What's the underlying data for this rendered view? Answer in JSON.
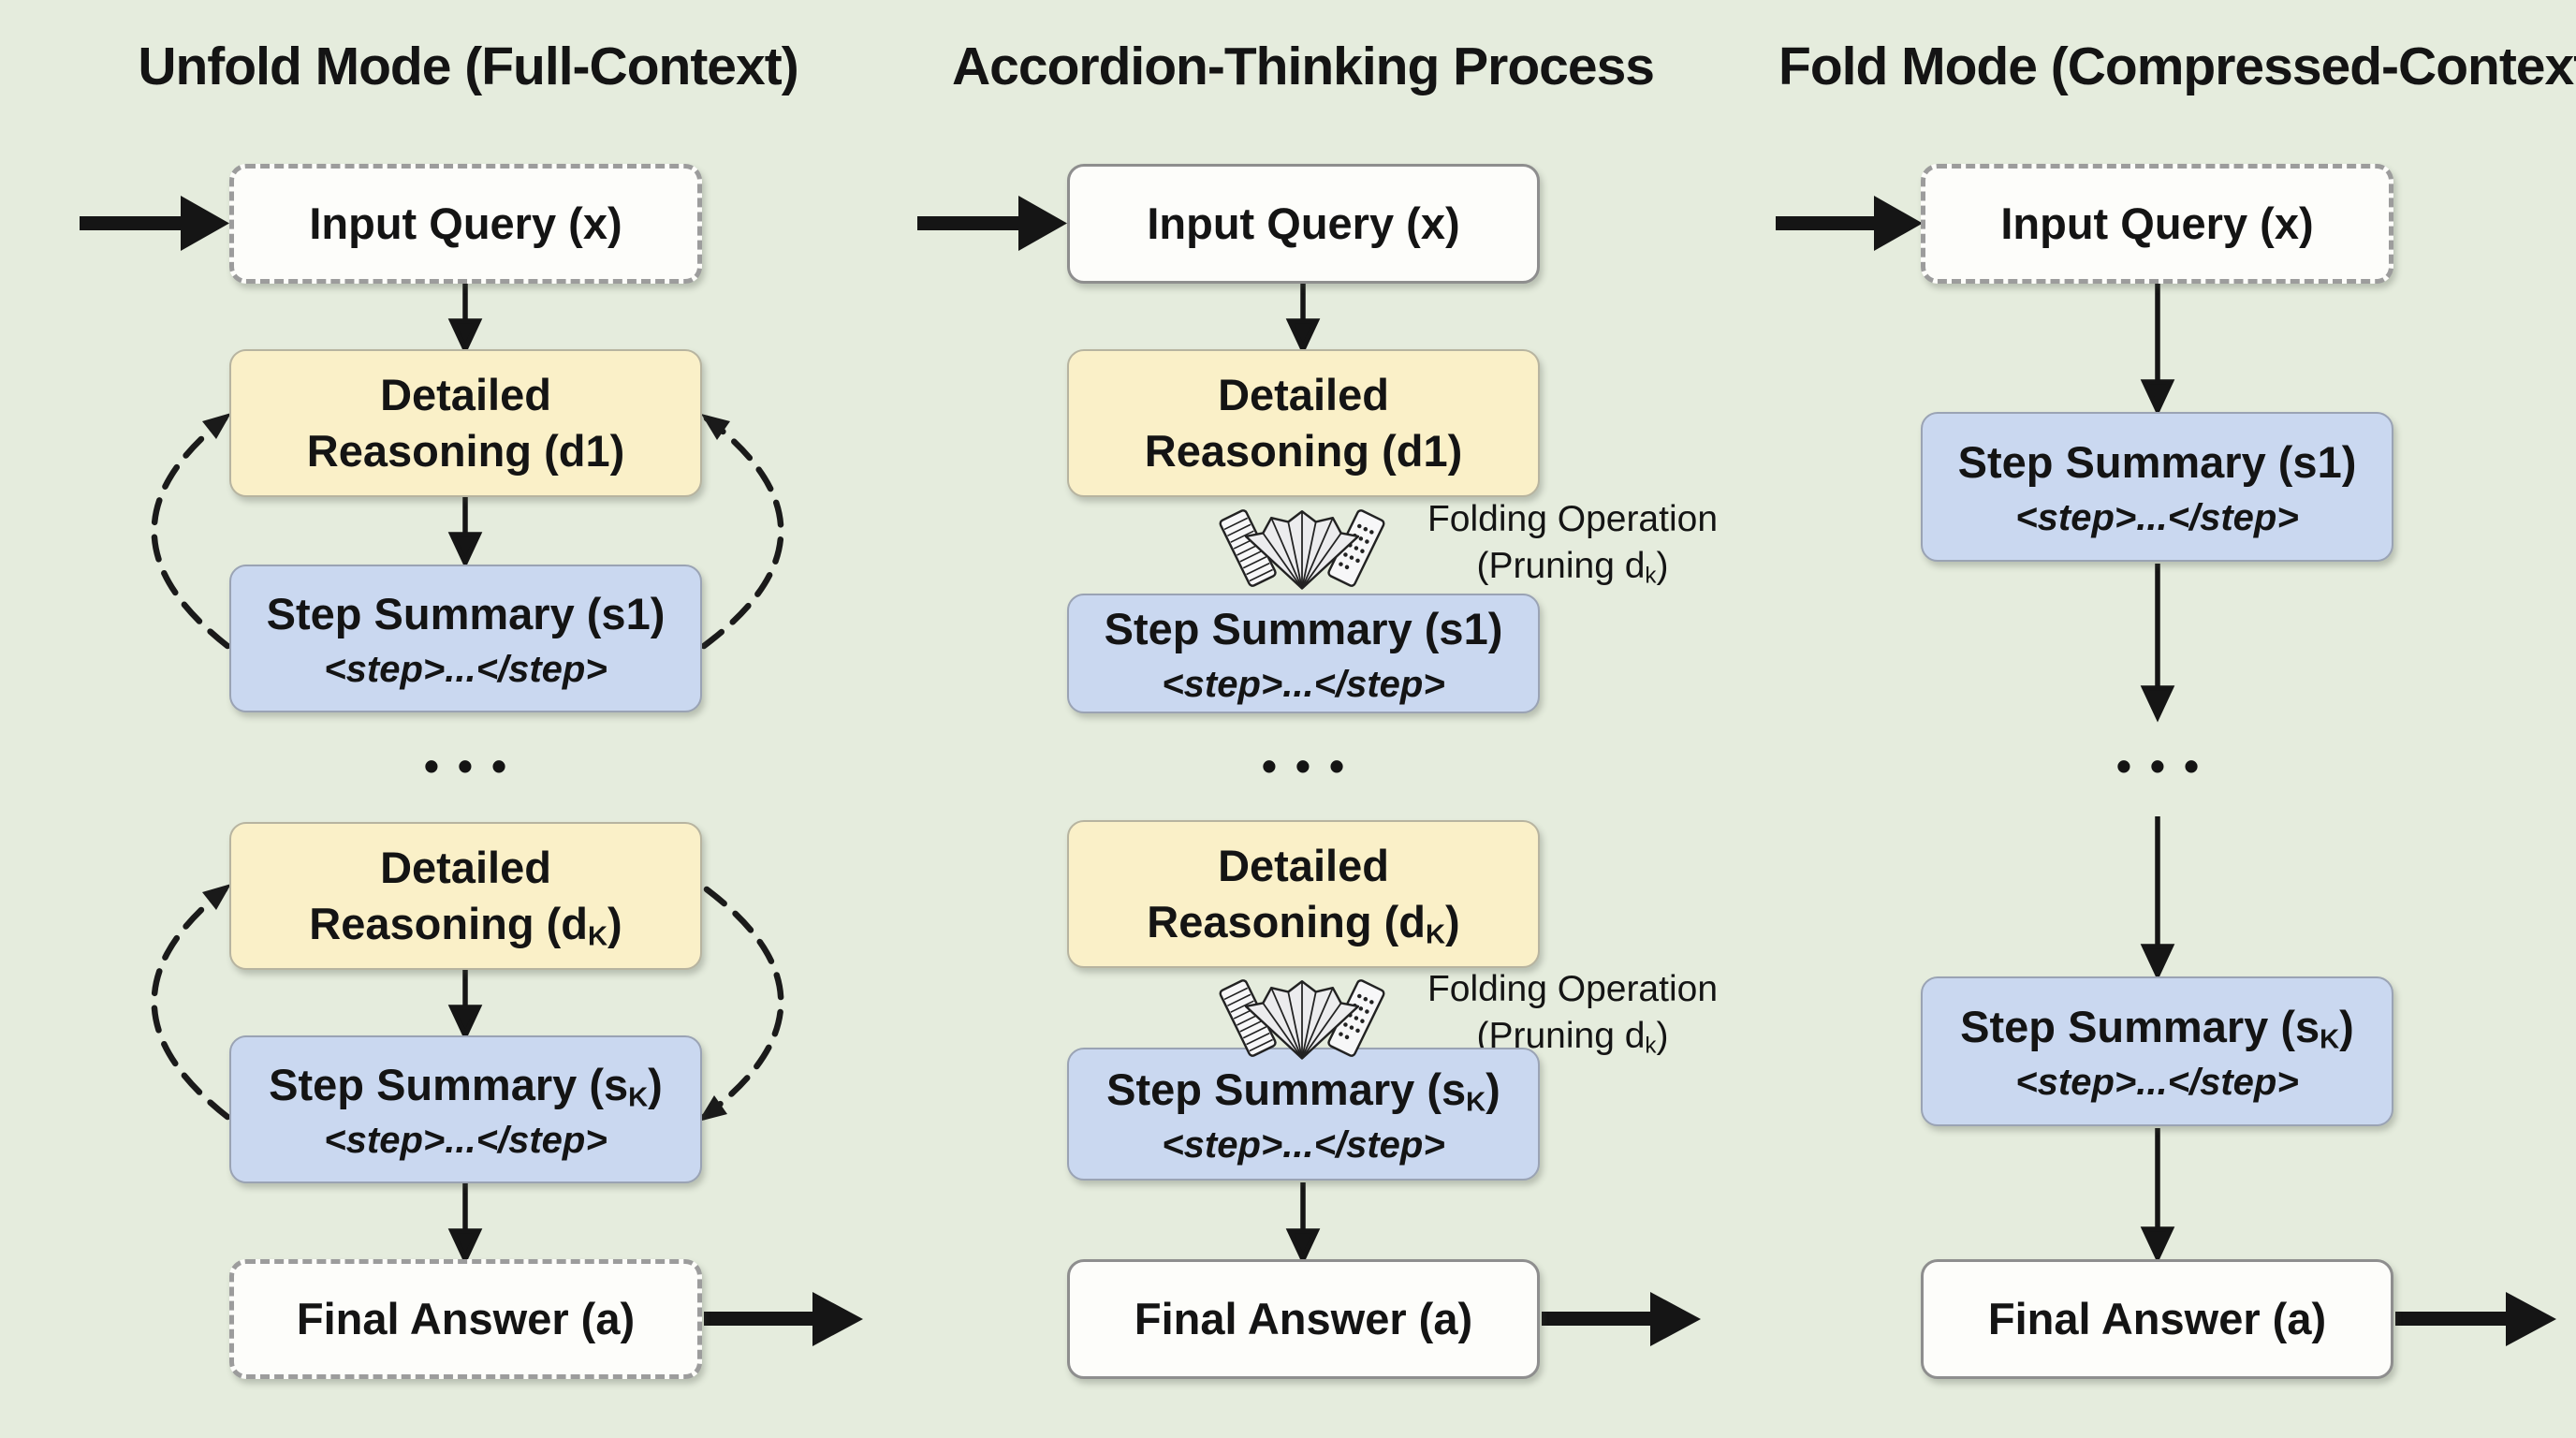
{
  "colors": {
    "background": "#e5ecdd",
    "box_yellow": "#faf0c8",
    "box_blue": "#cad8f0",
    "box_white": "#fdfdfa",
    "ink": "#141414"
  },
  "icons": {
    "accordion": "accordion-icon"
  },
  "shared": {
    "ellipsis": "•••"
  },
  "columns": {
    "left": {
      "title": "Unfold Mode (Full-Context)",
      "input_query": "Input Query (x)",
      "dr1": {
        "line1": "Detailed",
        "line2": "Reasoning (d1)"
      },
      "ss1": {
        "title": "Step Summary (s1)",
        "code": "<step>...</step>"
      },
      "drk": {
        "line1": "Detailed",
        "line2_pre": "Reasoning (d",
        "line2_sub": "K",
        "line2_post": ")"
      },
      "ssk": {
        "title_pre": "Step Summary (s",
        "title_sub": "K",
        "title_post": ")",
        "code": "<step>...</step>"
      },
      "final_answer": "Final Answer (a)"
    },
    "middle": {
      "title": "Accordion-Thinking Process",
      "input_query": "Input Query (x)",
      "dr1": {
        "line1": "Detailed",
        "line2": "Reasoning (d1)"
      },
      "folding": {
        "line1": "Folding Operation",
        "line2_pre": "(Pruning d",
        "line2_sub": "k",
        "line2_post": ")"
      },
      "ss1": {
        "title": "Step Summary (s1)",
        "code": "<step>...</step>"
      },
      "drk": {
        "line1": "Detailed",
        "line2_pre": "Reasoning (d",
        "line2_sub": "K",
        "line2_post": ")"
      },
      "ssk": {
        "title_pre": "Step Summary (s",
        "title_sub": "K",
        "title_post": ")",
        "code": "<step>...</step>"
      },
      "final_answer": "Final Answer (a)"
    },
    "right": {
      "title": "Fold Mode (Compressed-Context)",
      "input_query": "Input Query (x)",
      "ss1": {
        "title": "Step Summary (s1)",
        "code": "<step>...</step>"
      },
      "ssk": {
        "title_pre": "Step Summary (s",
        "title_sub": "K",
        "title_post": ")",
        "code": "<step>...</step>"
      },
      "final_answer": "Final Answer (a)"
    }
  }
}
